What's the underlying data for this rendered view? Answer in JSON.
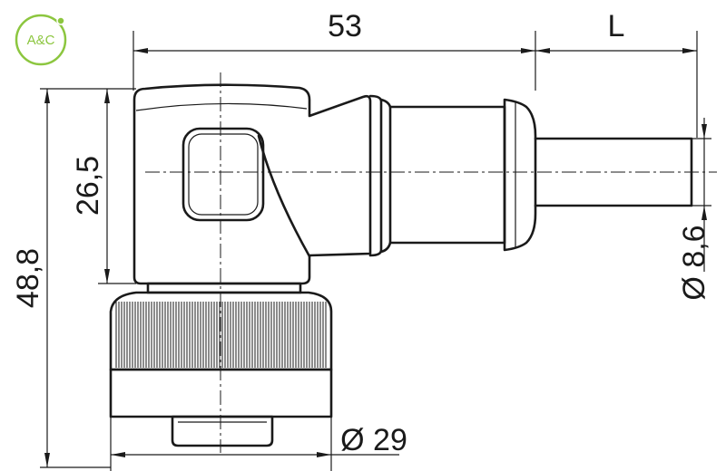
{
  "logo": {
    "text": "A&C",
    "color": "#8cc63f"
  },
  "dimensions": {
    "length": "53",
    "cable_length": "L",
    "body_height": "26,5",
    "total_height": "48,8",
    "cable_diameter": "Ø 8,6",
    "nut_diameter": "Ø 29"
  },
  "colors": {
    "line": "#1a1a1a",
    "background": "#ffffff"
  }
}
